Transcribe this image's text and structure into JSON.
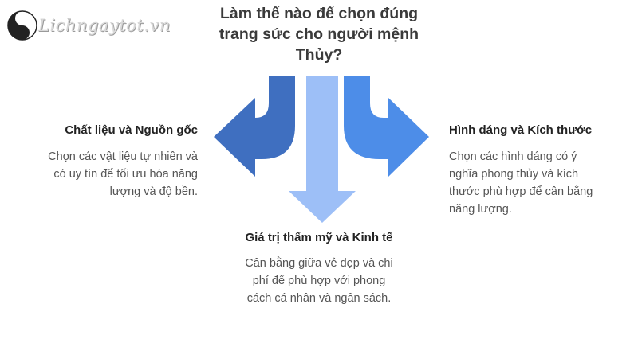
{
  "logo": {
    "text": "Lichngaytot.vn",
    "icon": "yin-yang-icon"
  },
  "title": {
    "lines": [
      "Làm thế nào để chọn đúng",
      "trang sức cho người mệnh",
      "Thủy?"
    ]
  },
  "branches": [
    {
      "heading": "Chất liệu và Nguồn gốc",
      "description": [
        "Chọn các vật liệu tự nhiên và",
        "có uy tín để tối ưu hóa năng",
        "lượng và độ bền."
      ],
      "color": "#3f6fc0",
      "direction": "left"
    },
    {
      "heading": "Giá trị thẩm mỹ và Kinh tế",
      "description": [
        "Cân bằng giữa vẻ đẹp và chi",
        "phí để phù hợp với phong",
        "cách cá nhân và ngân sách."
      ],
      "color": "#9dbff7",
      "direction": "down"
    },
    {
      "heading": "Hình dáng và Kích thước",
      "description": [
        "Chọn các hình dáng có ý",
        "nghĩa phong thủy và kích",
        "thước phù hợp để cân bằng",
        "năng lượng."
      ],
      "color": "#4d8de8",
      "direction": "right"
    }
  ]
}
